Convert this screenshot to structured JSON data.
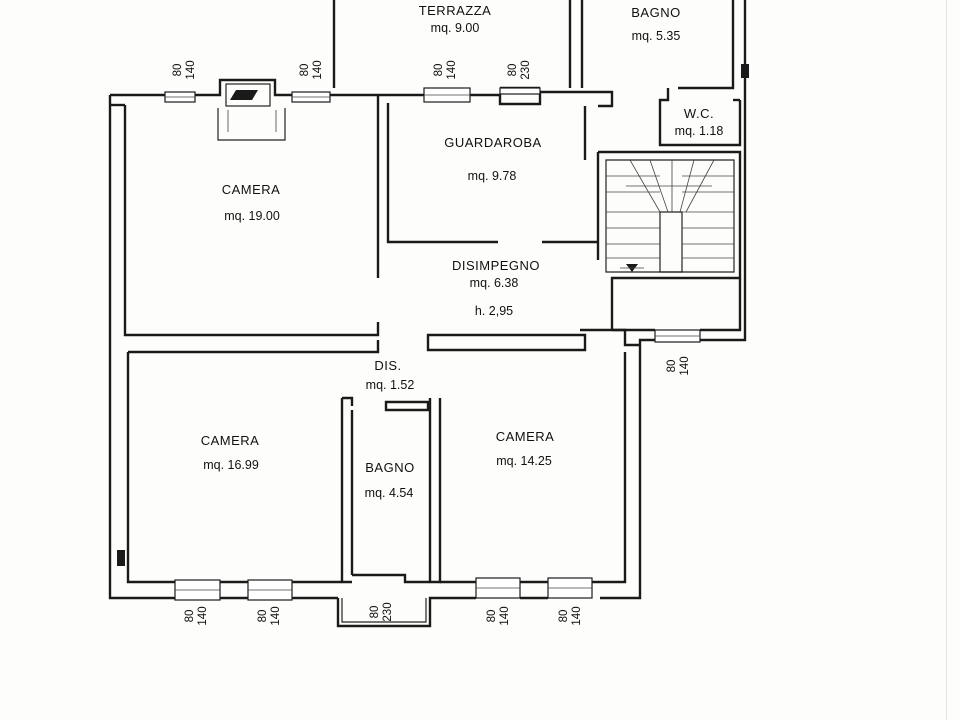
{
  "rooms": {
    "terrazza": {
      "name": "TERRAZZA",
      "area": "mq. 9.00"
    },
    "bagno_top": {
      "name": "BAGNO",
      "area": "mq. 5.35"
    },
    "wc": {
      "name": "W.C.",
      "area": "mq. 1.18"
    },
    "guardaroba": {
      "name": "GUARDAROBA",
      "area": "mq. 9.78"
    },
    "camera_nw": {
      "name": "CAMERA",
      "area": "mq. 19.00"
    },
    "disimpegno": {
      "name": "DISIMPEGNO",
      "area": "mq. 6.38",
      "height": "h. 2,95"
    },
    "dis": {
      "name": "DIS.",
      "area": "mq. 1.52"
    },
    "camera_sw": {
      "name": "CAMERA",
      "area": "mq. 16.99"
    },
    "bagno_mid": {
      "name": "BAGNO",
      "area": "mq. 4.54"
    },
    "camera_se": {
      "name": "CAMERA",
      "area": "mq. 14.25"
    }
  },
  "openings": [
    {
      "id": "w-nw-1",
      "width": "80",
      "height": "140"
    },
    {
      "id": "w-nw-2",
      "width": "80",
      "height": "140"
    },
    {
      "id": "w-terr-1",
      "width": "80",
      "height": "140"
    },
    {
      "id": "w-terr-2",
      "width": "80",
      "height": "230"
    },
    {
      "id": "w-east",
      "width": "80",
      "height": "140"
    },
    {
      "id": "w-s-1",
      "width": "80",
      "height": "140"
    },
    {
      "id": "w-s-2",
      "width": "80",
      "height": "140"
    },
    {
      "id": "w-s-3",
      "width": "80",
      "height": "230"
    },
    {
      "id": "w-s-4",
      "width": "80",
      "height": "140"
    },
    {
      "id": "w-s-5",
      "width": "80",
      "height": "140"
    }
  ]
}
